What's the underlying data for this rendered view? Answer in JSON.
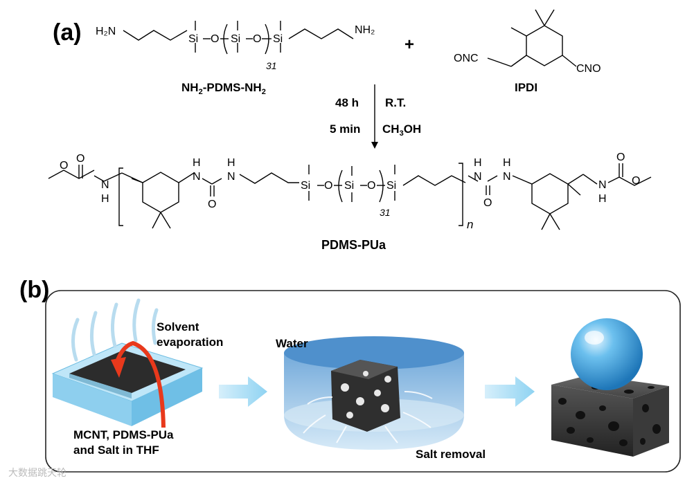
{
  "panel_a": {
    "label": "(a)",
    "reactant1": {
      "name_prefix": "NH",
      "name_sub": "2",
      "name_mid": "-PDMS-NH",
      "name_sub2": "2",
      "left_end": "H₂N",
      "right_end": "NH₂",
      "si": "Si",
      "o": "O",
      "repeat": "31"
    },
    "plus": "+",
    "reactant2": {
      "name": "IPDI",
      "left_group": "ONC",
      "right_group": "CNO"
    },
    "conditions": {
      "time1": "48 h",
      "cond1": "R.T.",
      "time2": "5 min",
      "cond2_prefix": "CH",
      "cond2_sub": "3",
      "cond2_suffix": "OH"
    },
    "product": {
      "name": "PDMS-PUa",
      "n_label": "n",
      "repeat": "31",
      "nh": "N",
      "h": "H",
      "o": "O",
      "si": "Si"
    }
  },
  "panel_b": {
    "label": "(b)",
    "step1_top": "Solvent\nevaporation",
    "step1_bottom": "MCNT, PDMS-PUa\nand Salt in THF",
    "step2_top": "Water",
    "step2_bottom": "Salt removal"
  },
  "watermark": "大数据跳天轮",
  "colors": {
    "arrow_blue": "#a8dcf5",
    "water_blue": "#5fa8d8",
    "tray_blue": "#8ecfee",
    "red_arrow": "#e8391c",
    "sponge_dark": "#3a3a3a"
  }
}
